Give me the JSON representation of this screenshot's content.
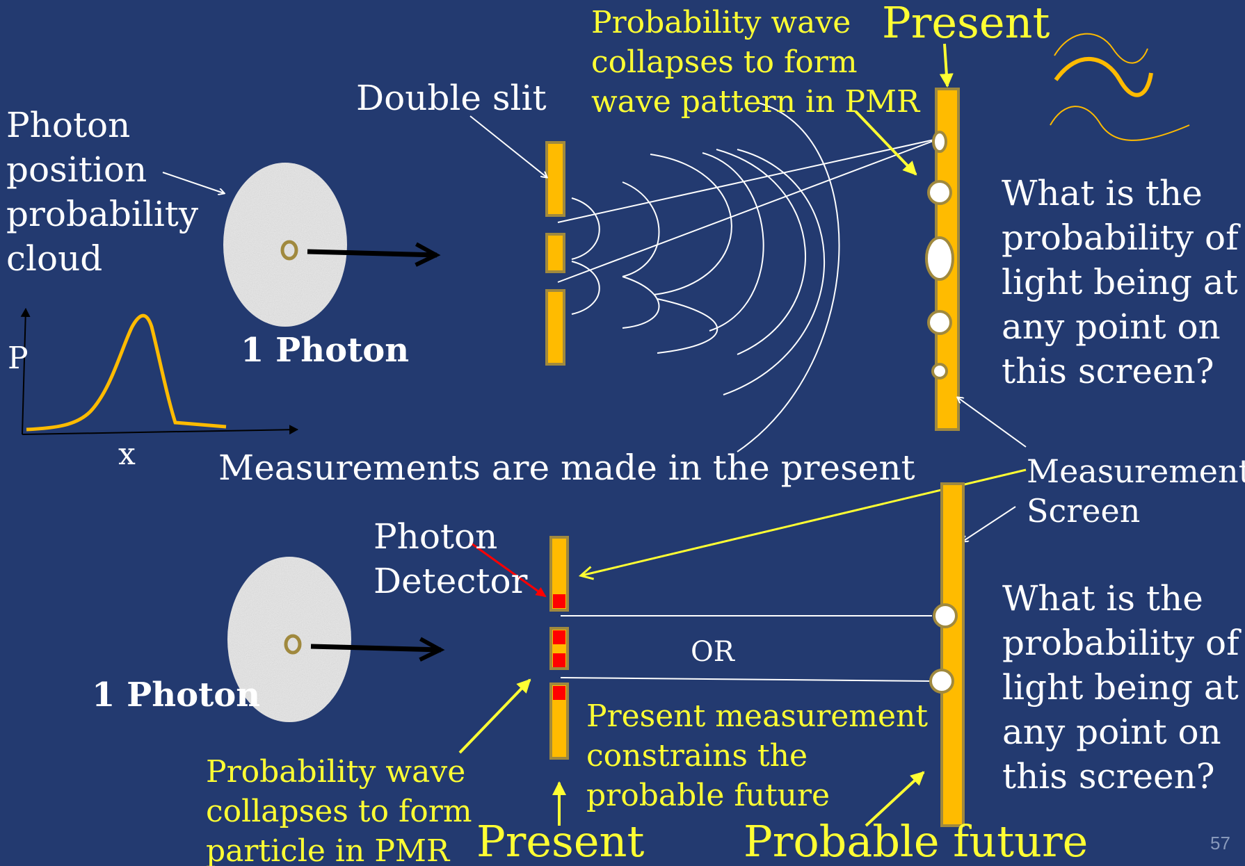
{
  "colors": {
    "background": "#233a70",
    "text_white": "#ffffff",
    "text_yellow": "#ffff33",
    "screen_fill": "#ffbb00",
    "screen_border": "#a0893e",
    "detector_red": "#ff0000",
    "cloud": "#e8e8e8",
    "graph_curve": "#ffbb00"
  },
  "top": {
    "present_label": "Present",
    "wave_collapse_label": [
      "Probability wave",
      "collapses to form",
      "wave pattern in PMR"
    ],
    "double_slit_label": "Double slit",
    "cloud_label": [
      "Photon",
      "position",
      "probability",
      "cloud"
    ],
    "photon_label": "1 Photon",
    "graph_y_label": "P",
    "graph_x_label": "x",
    "question": [
      "What is the",
      "probability of",
      "light being at",
      "any point on",
      "this screen?"
    ],
    "wave_icon": "wave-symbol-icon"
  },
  "middle": {
    "measurements_label": "Measurements are made in the present",
    "measurement_screen_label": [
      "Measurement",
      "Screen"
    ]
  },
  "bottom": {
    "detector_label": [
      "Photon",
      "Detector"
    ],
    "photon_label": "1 Photon",
    "or_label": "OR",
    "wave_collapse_label": [
      "Probability wave",
      "collapses to form",
      "particle in PMR"
    ],
    "constraint_label": [
      "Present measurement",
      "constrains the",
      "probable future"
    ],
    "present_label": "Present",
    "future_label": "Probable future",
    "question": [
      "What is the",
      "probability of",
      "light being at",
      "any point on",
      "this screen?"
    ]
  },
  "slide_number": "57"
}
